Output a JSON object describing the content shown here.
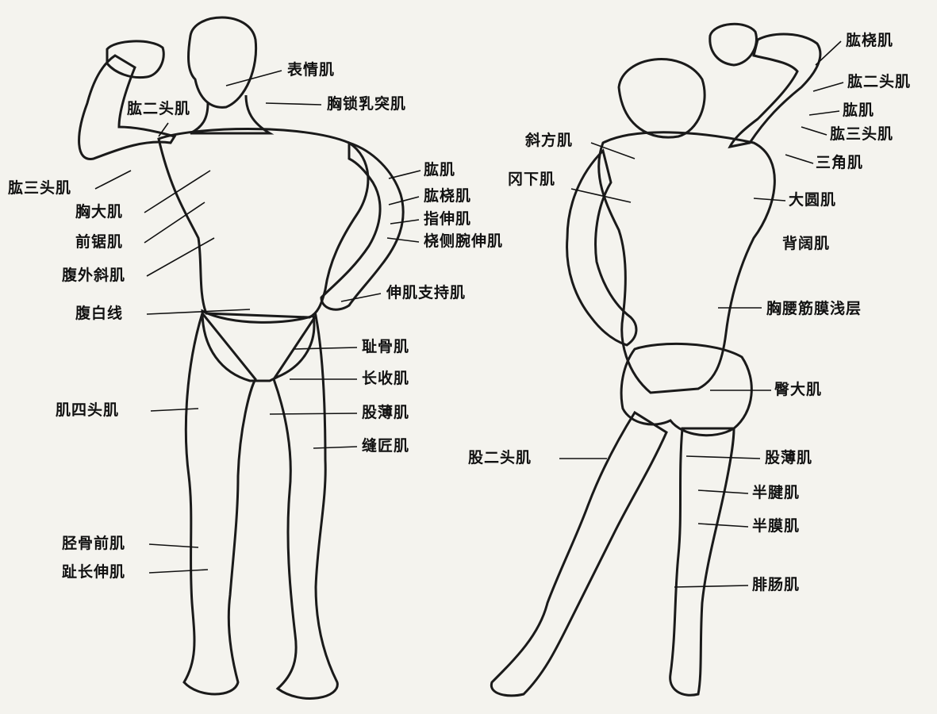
{
  "front_figure": {
    "labels": {
      "facial": "表情肌",
      "sternocleidomastoid": "胸锁乳突肌",
      "biceps": "肱二头肌",
      "triceps": "肱三头肌",
      "pectoralis": "胸大肌",
      "serratus": "前锯肌",
      "external_oblique": "腹外斜肌",
      "linea_alba": "腹白线",
      "brachialis": "肱肌",
      "brachioradialis": "肱桡肌",
      "extensor_digitorum": "指伸肌",
      "ext_carpi_radialis": "桡侧腕伸肌",
      "extensor_retinaculum": "伸肌支持肌",
      "pectineus": "耻骨肌",
      "adductor_longus": "长收肌",
      "gracilis": "股薄肌",
      "quadriceps": "肌四头肌",
      "sartorius": "缝匠肌",
      "tibialis_anterior": "胫骨前肌",
      "ext_digitorum_longus": "趾长伸肌"
    }
  },
  "back_figure": {
    "labels": {
      "brachioradialis": "肱桡肌",
      "biceps": "肱二头肌",
      "brachialis": "肱肌",
      "triceps": "肱三头肌",
      "trapezius": "斜方肌",
      "deltoid": "三角肌",
      "infraspinatus": "冈下肌",
      "teres_major": "大圆肌",
      "latissimus": "背阔肌",
      "thoracolumbar_fascia": "胸腰筋膜浅层",
      "gluteus_maximus": "臀大肌",
      "biceps_femoris": "股二头肌",
      "gracilis": "股薄肌",
      "semitendinosus": "半腱肌",
      "semimembranosus": "半膜肌",
      "gastrocnemius": "腓肠肌"
    }
  },
  "colors": {
    "ink": "#111111",
    "paper": "#f4f3ee"
  }
}
